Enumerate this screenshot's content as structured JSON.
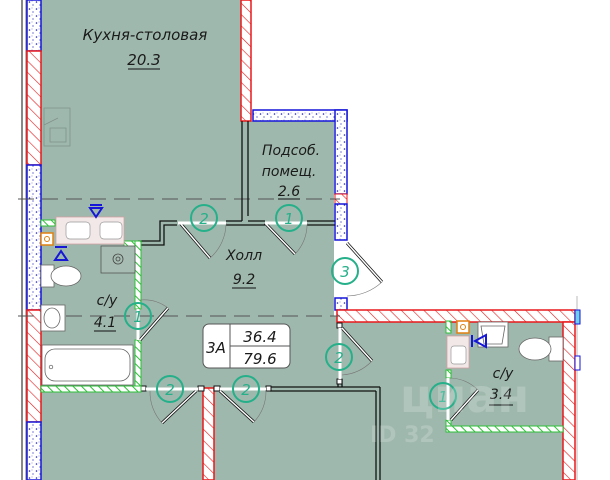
{
  "plan": {
    "colors": {
      "floor": "#9fb8ad",
      "background": "#ffffff",
      "bearing_wall": "#e8191b",
      "block_wall": "#1616d8",
      "plumbing_partition": "#2fbf3a",
      "partition": "#111111",
      "door_marker": "#26b08a",
      "text": "#1a1a1a"
    },
    "rooms": [
      {
        "id": "kitchen",
        "name": "Кухня-столовая",
        "area": "20.3"
      },
      {
        "id": "storage",
        "name_line1": "Подсоб.",
        "name_line2": "помещ.",
        "area": "2.6"
      },
      {
        "id": "hall",
        "name": "Холл",
        "area": "9.2"
      },
      {
        "id": "bathroom-1",
        "name": "с/у",
        "area": "4.1"
      },
      {
        "id": "bathroom-2",
        "name": "с/у",
        "area": "3.4"
      }
    ],
    "apartment_badge": {
      "type": "3А",
      "living_area": "36.4",
      "total_area": "79.6"
    },
    "door_markers": [
      "2",
      "1",
      "3",
      "1",
      "2",
      "2",
      "2",
      "1"
    ],
    "watermark": {
      "brand": "циан",
      "id_text": "ID 32"
    }
  }
}
